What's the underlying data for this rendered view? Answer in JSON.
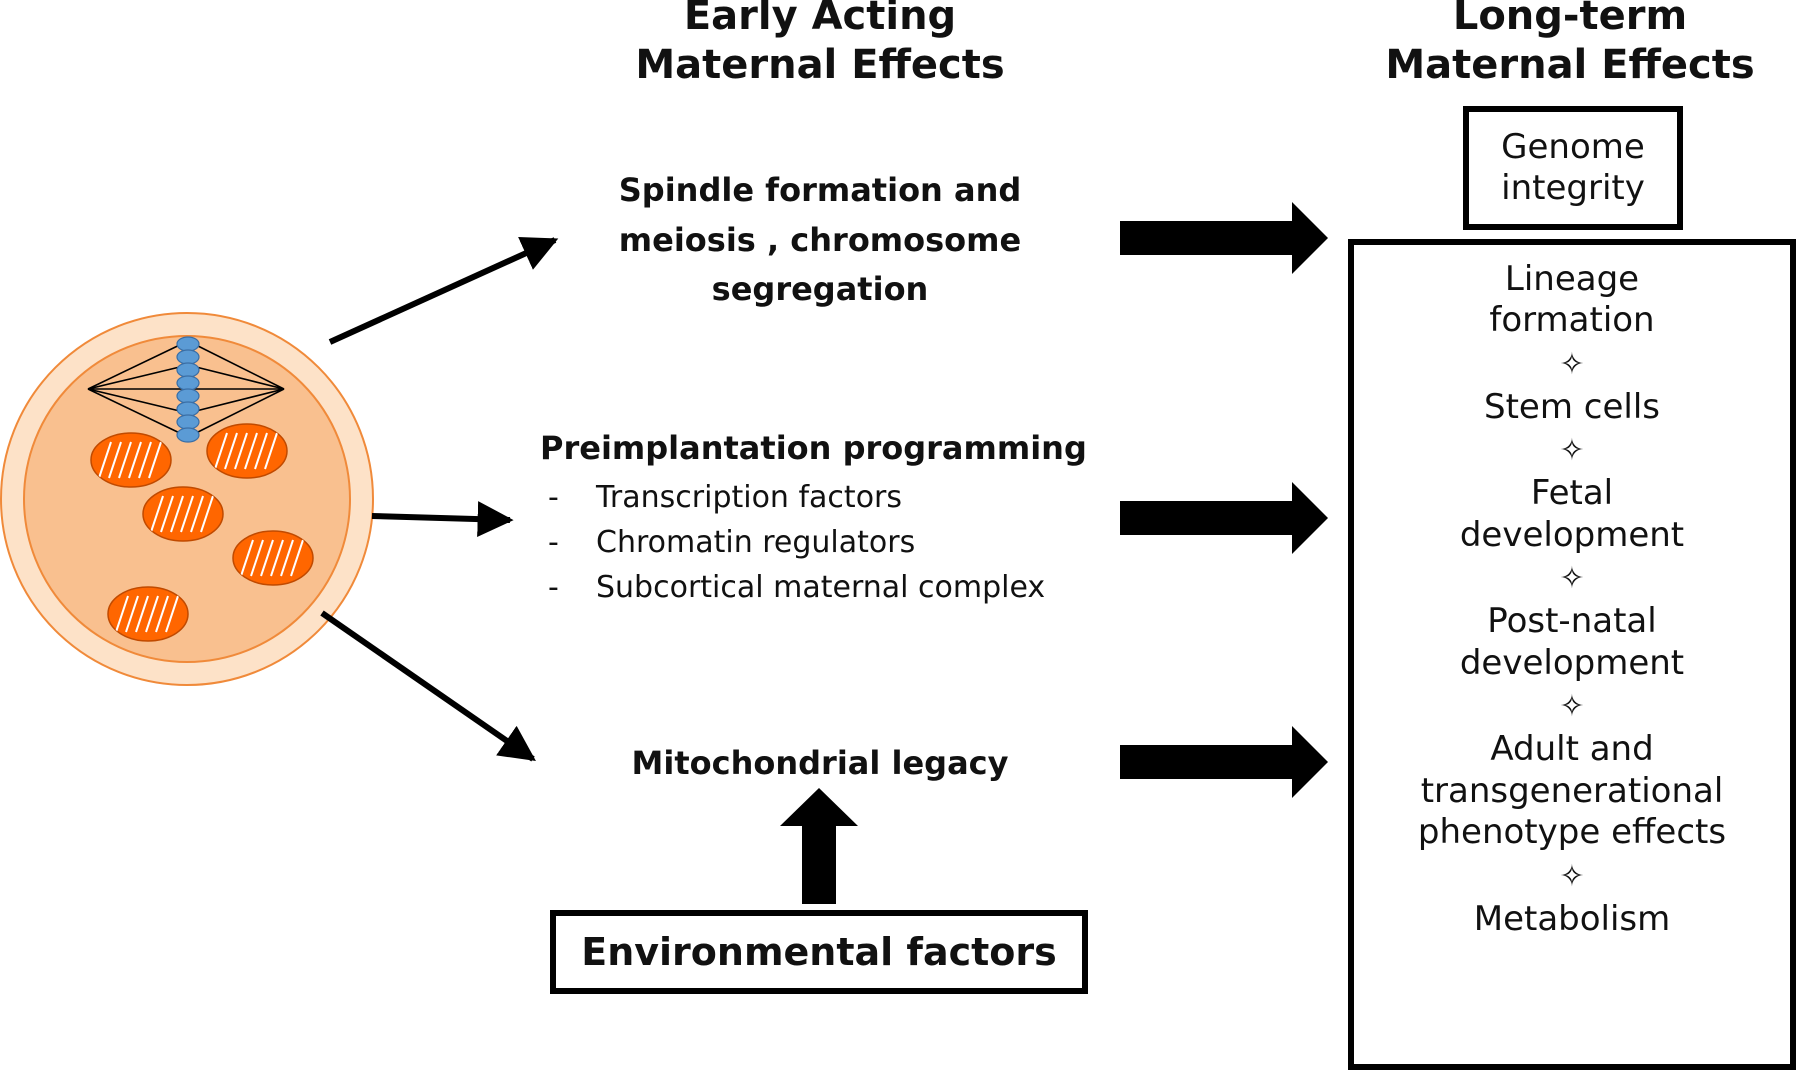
{
  "headers": {
    "early": [
      "Early Acting",
      "Maternal Effects"
    ],
    "long": [
      "Long-term",
      "Maternal Effects"
    ]
  },
  "early_effects": {
    "spindle": [
      "Spindle formation and",
      "meiosis , chromosome",
      "segregation"
    ],
    "preimplantation": {
      "title": "Preimplantation programming",
      "bullets": [
        "Transcription factors",
        "Chromatin regulators",
        "Subcortical maternal complex"
      ],
      "bullet_marker": "-"
    },
    "mitochondrial": "Mitochondrial legacy"
  },
  "environment_box": "Environmental factors",
  "genome_box": [
    "Genome",
    "integrity"
  ],
  "long_term_list": [
    [
      "Lineage",
      "formation"
    ],
    [
      "Stem cells"
    ],
    [
      "Fetal",
      "development"
    ],
    [
      "Post-natal",
      "development"
    ],
    [
      "Adult and",
      "transgenerational",
      "phenotype effects"
    ],
    [
      "Metabolism"
    ]
  ],
  "separator_glyph": "✧",
  "colors": {
    "cell_outer": "#fde2c8",
    "cell_inner": "#f9c08f",
    "cell_border": "#f08a3a",
    "mitochondria": "#ff6600",
    "chromosomes": "#5b9bd5",
    "arrows": "#000000"
  }
}
